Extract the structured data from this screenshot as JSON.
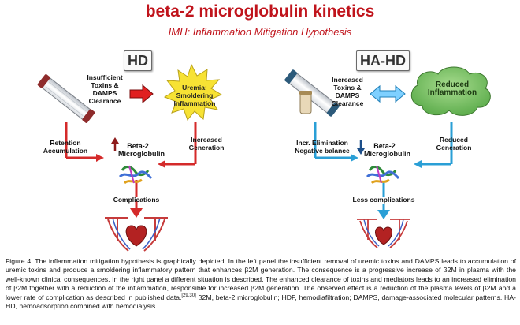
{
  "title": "beta-2 microglobulin kinetics",
  "subtitle": "IMH: Inflammation Mitigation Hypothesis",
  "left_panel": {
    "box_label": "HD",
    "clearance_label": "Insufficient Toxins & DAMPS Clearance",
    "burst_label": "Uremia: Smoldering Inflammation",
    "retention_label": "Retention Accumulation",
    "generation_label": "Increased Generation",
    "beta2_label": "Beta-2 Microglobulin",
    "complications_label": "Complications"
  },
  "right_panel": {
    "box_label": "HA-HD",
    "clearance_label": "Increased Toxins & DAMPS Clearance",
    "cloud_label": "Reduced Inflammation",
    "elimination_label": "Incr. Elimination Negative balance",
    "generation_label": "Reduced Generation",
    "beta2_label": "Beta-2 Microglobulin",
    "complications_label": "Less complications"
  },
  "caption": {
    "text": "Figure 4. The inflammation mitigation hypothesis is graphically depicted. In the left panel the insufficient removal of uremic toxins and DAMPS leads to accumulation of uremic toxins and produce a smoldering inflammatory pattern that enhances β2M generation. The consequence is a progressive increase of β2M in plasma with the well-known clinical consequences. In the right panel a different situation is described. The enhanced clearance of toxins and mediators leads to an increased elimination of β2M together with a reduction of the inflammation, responsible for increased β2M generation. The observed effect is a reduction of the plasma levels of β2M and a lower rate of complication as described in published data.",
    "citation": "[29,30]",
    "tail": " β2M, beta-2 microglobulin; HDF, hemodiafiltration; DAMPS, damage-associated molecular patterns. HA-HD, hemoadsorption combined with hemodialysis."
  },
  "colors": {
    "title_red": "#c0141c",
    "left_arrow_red": "#d42a2a",
    "right_arrow_blue": "#2a9fd6",
    "burst_yellow": "#f7e234",
    "cloud_green": "#7cc36a"
  },
  "icons": [
    "dialyzer-cartridge-icon",
    "protein-ribbon-icon",
    "heart-vessels-icon",
    "starburst-icon",
    "cloud-icon",
    "double-arrow-icon"
  ]
}
